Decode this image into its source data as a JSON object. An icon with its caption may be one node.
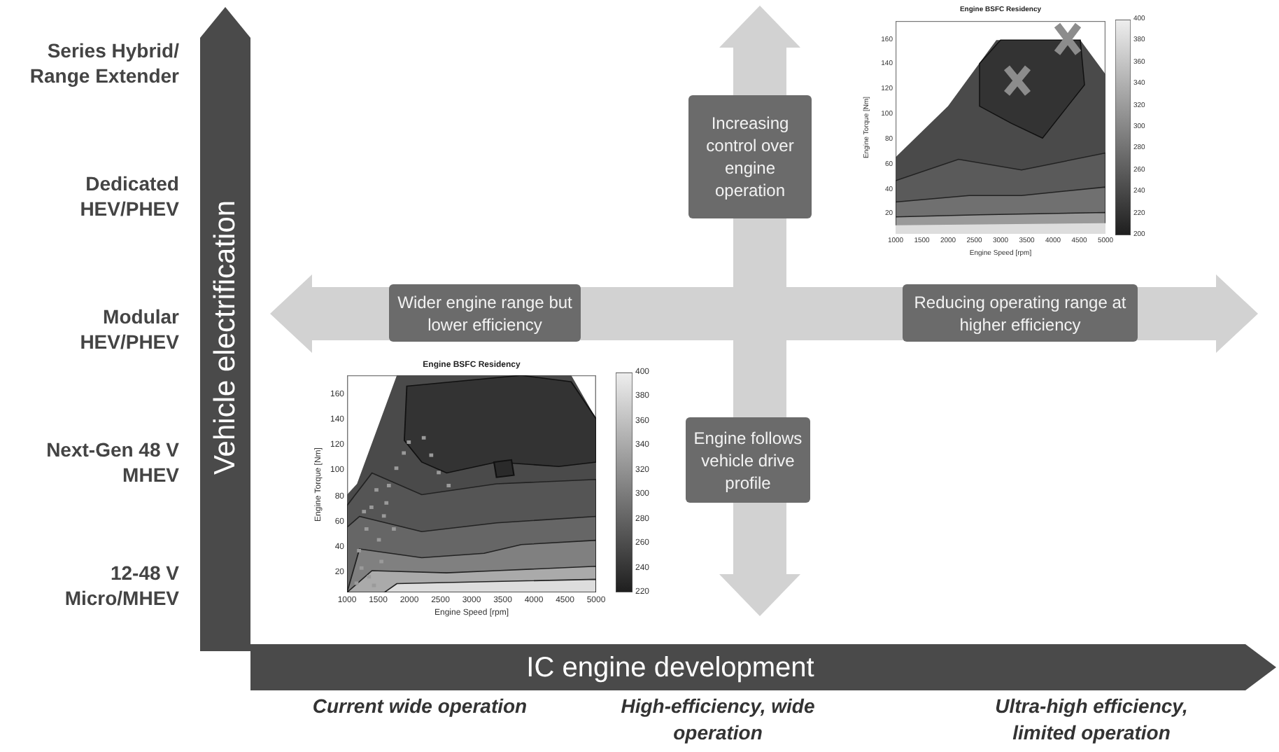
{
  "diagram": {
    "nodes": [
      {
        "text": [
          "Vehicle electrification"
        ]
      },
      {
        "text": [
          "Increasing control over engine operation"
        ]
      },
      {
        "text": [
          "Wider engine range but lower efficiency"
        ]
      },
      {
        "text": [
          "Reducing operating range at higher efficiency"
        ]
      },
      {
        "text": [
          "Engine follows vehicle drive profile"
        ]
      },
      {
        "text": [
          "IC engine development"
        ]
      }
    ],
    "labels": [
      "Series Hybrid/ Range Extender",
      "Dedicated HEV/PHEV",
      "Modular HEV/PHEV",
      "Next-Gen 48 V MHEV",
      "12-48 V Micro/MHEV",
      "Engine BSFC Residency",
      "160",
      "140",
      "120",
      "100",
      "80",
      "60",
      "40",
      "20",
      "400",
      "380",
      "360",
      "340",
      "320",
      "300",
      "280",
      "260",
      "240",
      "220",
      "200",
      "1000",
      "1500",
      "2000",
      "2500",
      "3000",
      "3500",
      "4000",
      "4500",
      "5000",
      "Engine Speed [rpm]",
      "Engine Torque [Nm]",
      "Engine BSFC Residency",
      "160",
      "140",
      "120",
      "100",
      "80",
      "60",
      "40",
      "20",
      "400",
      "380",
      "360",
      "340",
      "320",
      "300",
      "280",
      "260",
      "240",
      "220",
      "1000",
      "1500",
      "2000",
      "2500",
      "3000",
      "3500",
      "4000",
      "4500",
      "5000",
      "Engine Speed [rpm]",
      "Engine Torque [Nm]",
      "Current wide operation",
      "High-efficiency, wide operation",
      "Ultra-high efficiency, limited operation"
    ]
  }
}
